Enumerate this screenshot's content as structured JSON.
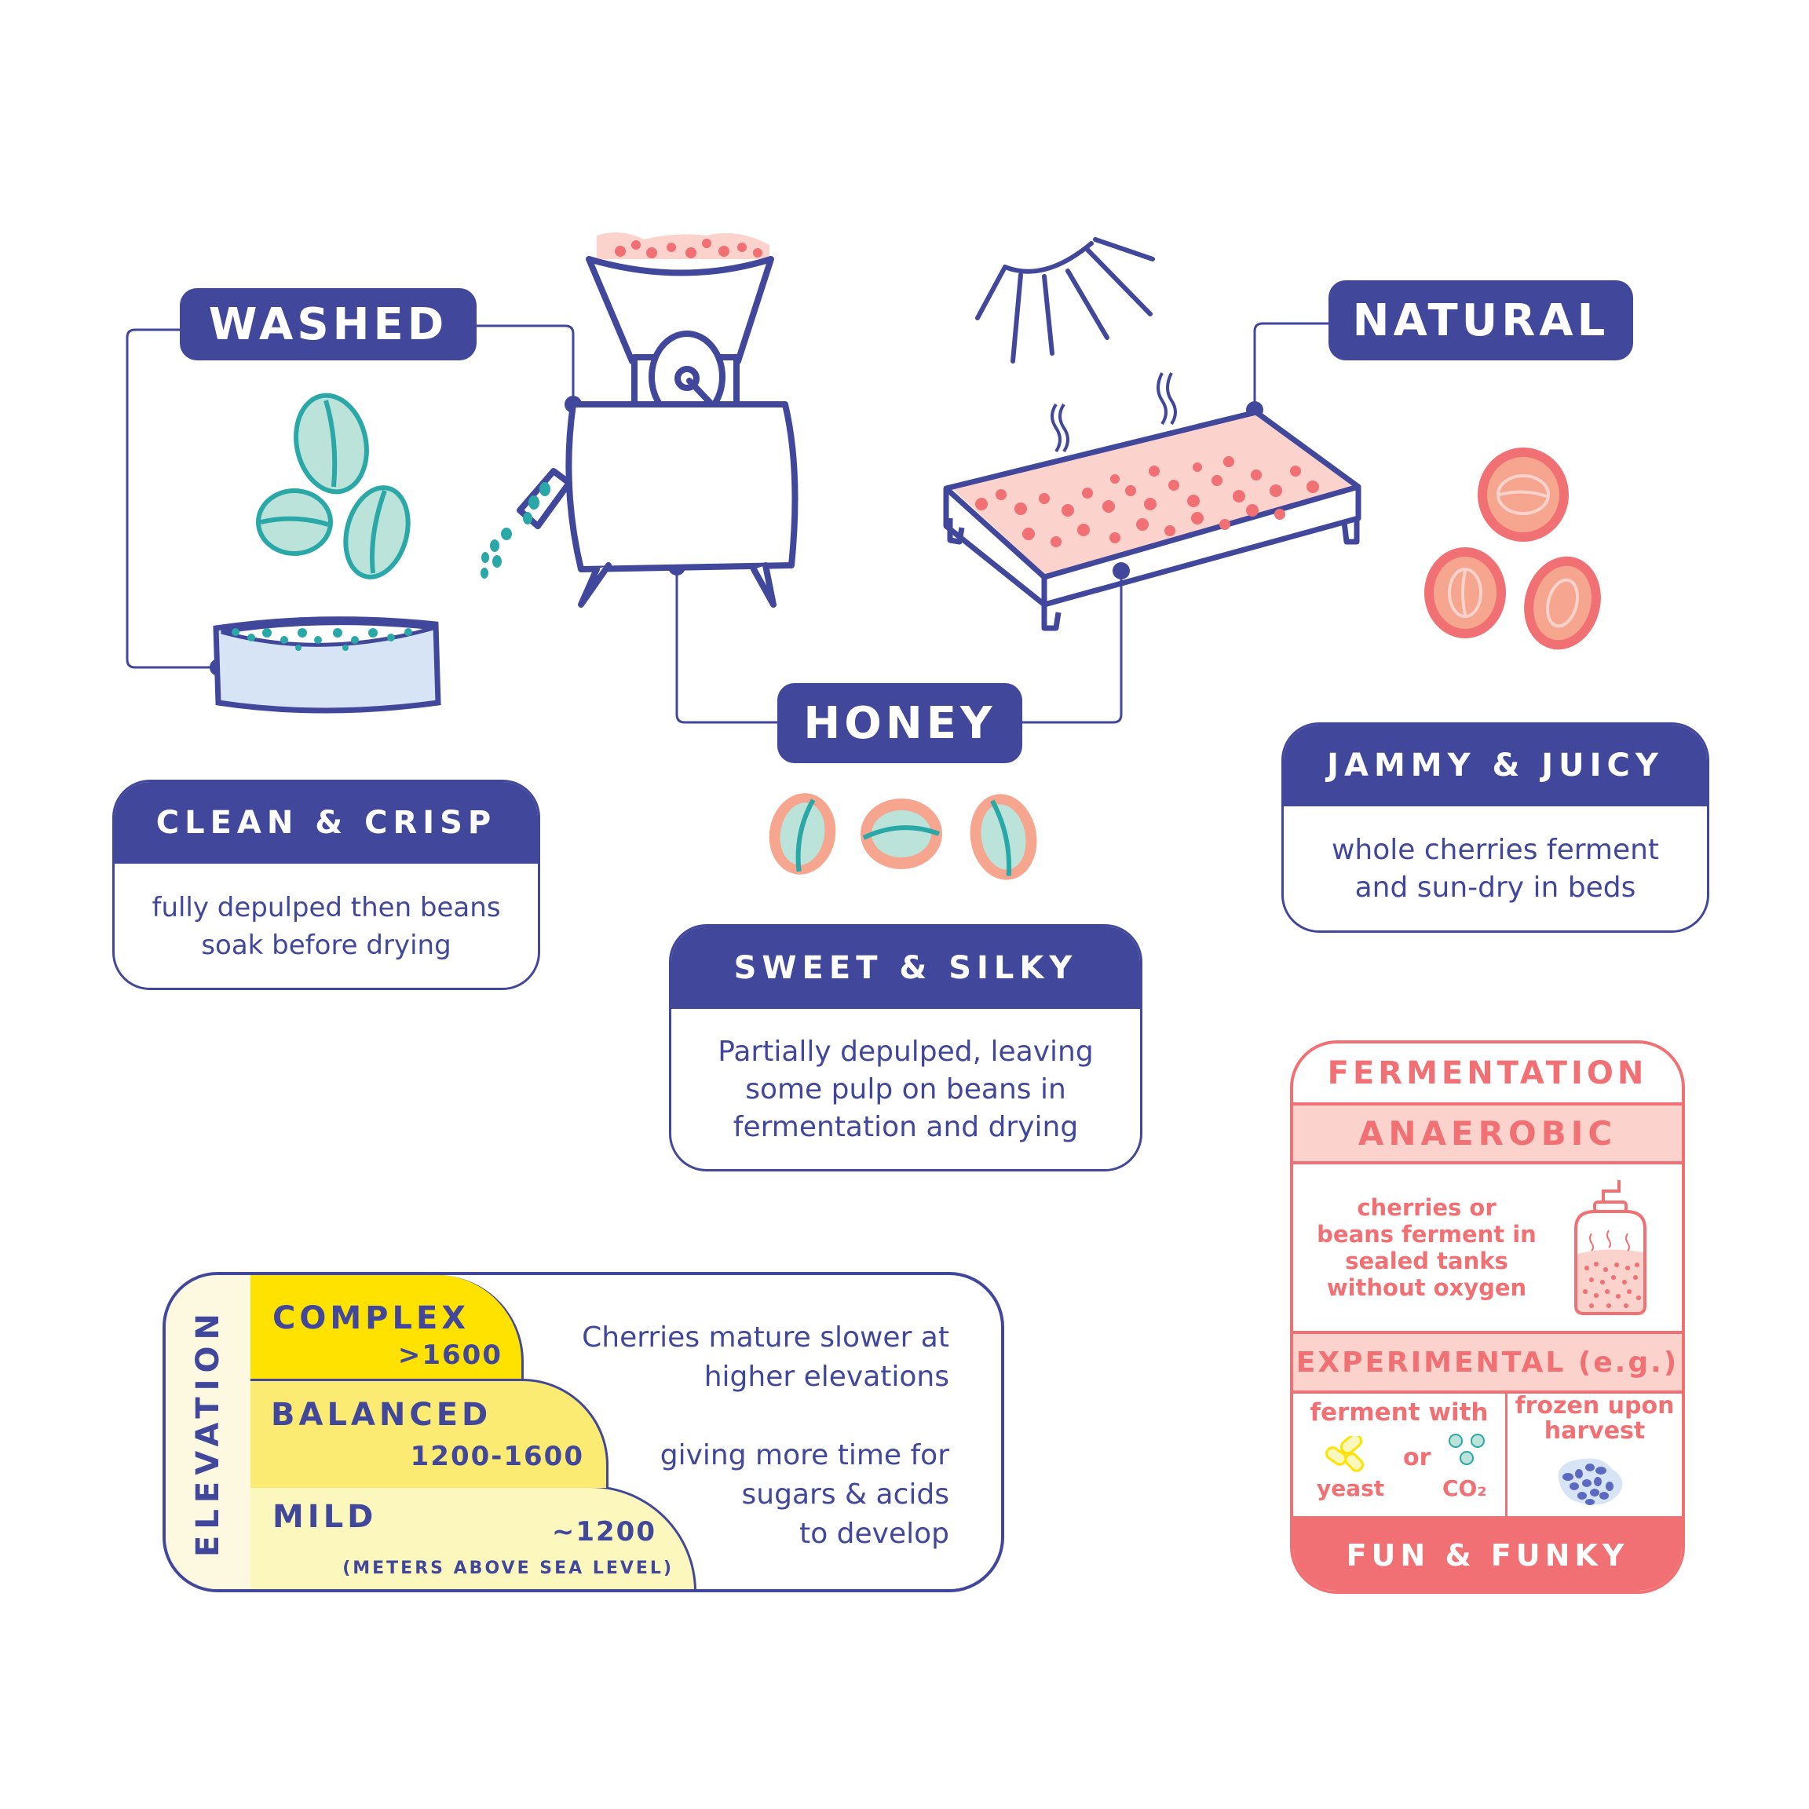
{
  "colors": {
    "navy": "#41479b",
    "teal": "#2aa8a8",
    "mint": "#bce3da",
    "coral": "#f07073",
    "pink": "#fcd2cd",
    "peach": "#f6a58e",
    "yellow_dark": "#ffe200",
    "yellow_mid": "#fbeb72",
    "yellow_light": "#fcf7bd",
    "cream": "#fdf9e1",
    "light_blue": "#d6e4f5"
  },
  "processes": {
    "washed": {
      "label": "WASHED",
      "profile": "CLEAN & CRISP",
      "description_line1": "fully depulped then beans",
      "description_line2": "soak before drying"
    },
    "honey": {
      "label": "HONEY",
      "profile": "SWEET & SILKY",
      "description_line1": "Partially depulped, leaving",
      "description_line2": "some pulp on beans in",
      "description_line3": "fermentation and drying"
    },
    "natural": {
      "label": "NATURAL",
      "profile": "JAMMY & JUICY",
      "description_line1": "whole cherries ferment",
      "description_line2": "and sun-dry in beds"
    }
  },
  "elevation": {
    "axis_label": "ELEVATION",
    "tiers": [
      {
        "name": "COMPLEX",
        "range": ">1600"
      },
      {
        "name": "BALANCED",
        "range": "1200-1600"
      },
      {
        "name": "MILD",
        "range": "~1200"
      }
    ],
    "unit_note": "(METERS ABOVE SEA LEVEL)",
    "explanation_line1": "Cherries mature slower at",
    "explanation_line2": "higher elevations",
    "explanation_line3": "giving more time for",
    "explanation_line4": "sugars & acids",
    "explanation_line5": "to develop"
  },
  "fermentation": {
    "title": "FERMENTATION",
    "anaerobic_title": "ANAEROBIC",
    "anaerobic_line1": "cherries or",
    "anaerobic_line2": "beans ferment in",
    "anaerobic_line3": "sealed tanks",
    "anaerobic_line4": "without oxygen",
    "experimental_title": "EXPERIMENTAL (e.g.)",
    "ferment_with": "ferment with",
    "yeast": "yeast",
    "or": "or",
    "co2": "CO₂",
    "frozen_line1": "frozen upon",
    "frozen_line2": "harvest",
    "profile": "FUN & FUNKY"
  },
  "icons": [
    "depulper-machine-icon",
    "soaking-tank-icon",
    "green-bean-icon",
    "sun-icon",
    "drying-bed-icon",
    "cherry-icon",
    "honey-bean-icon",
    "fermentation-tank-icon",
    "yeast-icon",
    "co2-bubbles-icon",
    "frozen-beans-icon"
  ]
}
